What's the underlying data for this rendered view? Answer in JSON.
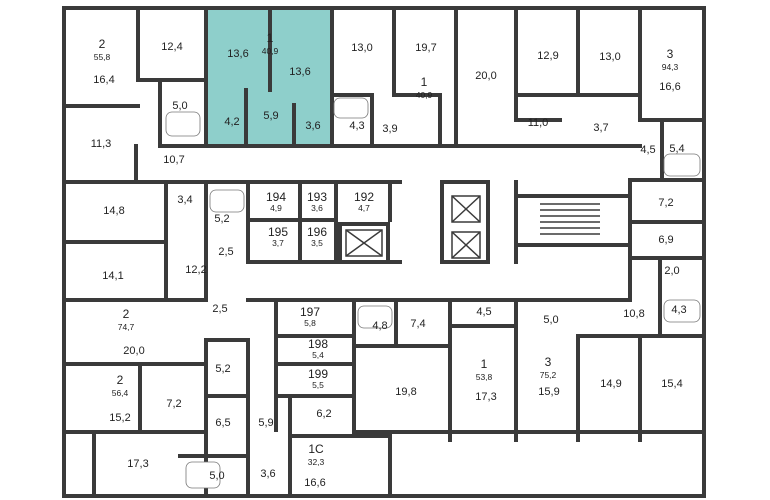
{
  "plan": {
    "highlight_color": "#8ecfcb",
    "wall_color": "#3a3a3a",
    "highlighted_apartment": {
      "number": "1",
      "area": "40,9",
      "rooms": [
        "13,6",
        "13,6",
        "4,2",
        "5,9",
        "3,6"
      ]
    },
    "apartments": [
      {
        "id": "apt-2-558",
        "number": "2",
        "area": "55,8"
      },
      {
        "id": "apt-1-409-highlight",
        "number": "1",
        "area": "40,9"
      },
      {
        "id": "apt-1-409",
        "number": "1",
        "area": "40,9"
      },
      {
        "id": "apt-3-943",
        "number": "3",
        "area": "94,3"
      },
      {
        "id": "apt-194",
        "number": "194",
        "area": "4,9"
      },
      {
        "id": "apt-193",
        "number": "193",
        "area": "3,6"
      },
      {
        "id": "apt-192",
        "number": "192",
        "area": "4,7"
      },
      {
        "id": "apt-195",
        "number": "195",
        "area": "3,7"
      },
      {
        "id": "apt-196",
        "number": "196",
        "area": "3,5"
      },
      {
        "id": "apt-2-747",
        "number": "2",
        "area": "74,7"
      },
      {
        "id": "apt-197",
        "number": "197",
        "area": "5,8"
      },
      {
        "id": "apt-198",
        "number": "198",
        "area": "5,4"
      },
      {
        "id": "apt-199",
        "number": "199",
        "area": "5,5"
      },
      {
        "id": "apt-1-538",
        "number": "1",
        "area": "53,8"
      },
      {
        "id": "apt-3-752",
        "number": "3",
        "area": "75,2"
      },
      {
        "id": "apt-2-564",
        "number": "2",
        "area": "56,4"
      },
      {
        "id": "apt-1c-323",
        "number": "1С",
        "area": "32,3"
      }
    ],
    "rooms": [
      "16,4",
      "12,4",
      "13,6",
      "13,6",
      "13,0",
      "19,7",
      "20,0",
      "12,9",
      "13,0",
      "16,6",
      "5,0",
      "4,2",
      "5,9",
      "3,6",
      "4,3",
      "3,9",
      "11,0",
      "3,7",
      "4,5",
      "5,4",
      "11,3",
      "10,7",
      "14,8",
      "3,4",
      "5,2",
      "7,2",
      "2,5",
      "6,9",
      "14,1",
      "12,2",
      "2,0",
      "4,3",
      "2,5",
      "4,8",
      "7,4",
      "4,5",
      "5,0",
      "10,8",
      "20,0",
      "5,2",
      "19,8",
      "17,3",
      "15,9",
      "14,9",
      "15,4",
      "15,2",
      "7,2",
      "6,5",
      "5,9",
      "6,2",
      "17,3",
      "5,0",
      "3,6",
      "16,6"
    ]
  }
}
